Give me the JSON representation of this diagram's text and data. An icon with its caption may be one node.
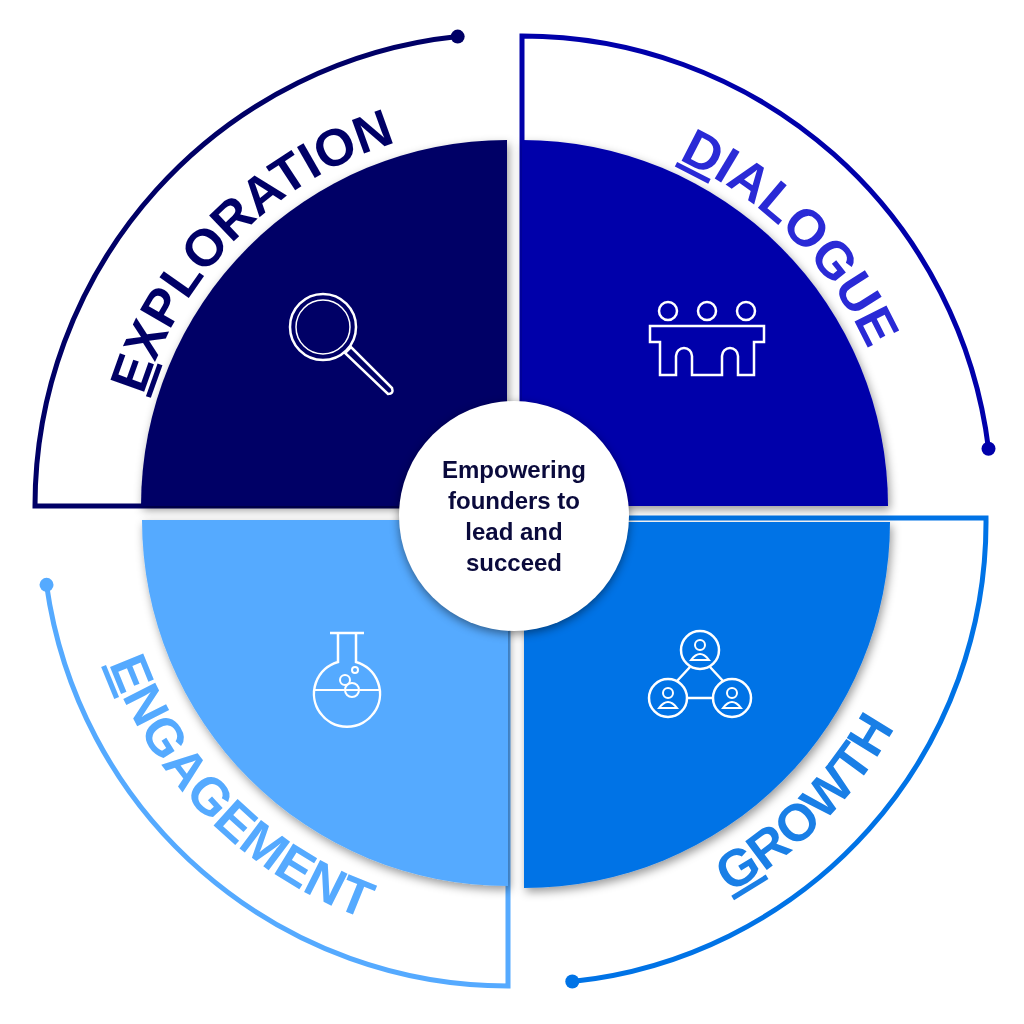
{
  "diagram": {
    "nodes": [
      {
        "text": [
          "EXPLORATION"
        ]
      },
      {
        "text": [
          "DIALOGUE"
        ]
      },
      {
        "text": [
          "ENGAGEMENT"
        ]
      },
      {
        "text": [
          "GROWTH"
        ]
      },
      {
        "text": [
          "Empowering founders to lead and succeed"
        ]
      }
    ]
  }
}
